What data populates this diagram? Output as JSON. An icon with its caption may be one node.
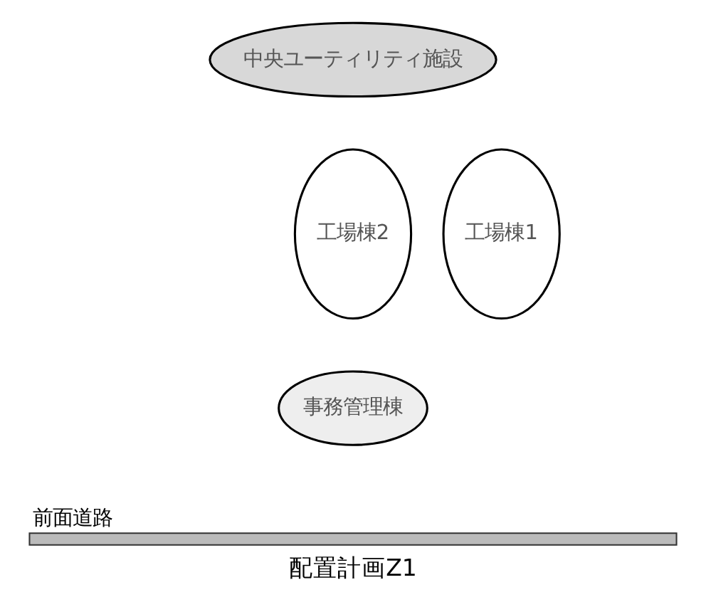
{
  "diagram": {
    "caption": "配置計画Z1",
    "nodes": [
      {
        "text": [
          "中央ユーティリティ施設"
        ]
      },
      {
        "text": [
          "工場棟2"
        ]
      },
      {
        "text": [
          "工場棟1"
        ]
      },
      {
        "text": [
          "事務管理棟"
        ]
      },
      {
        "text": [
          "前面道路"
        ]
      }
    ],
    "edges": []
  }
}
